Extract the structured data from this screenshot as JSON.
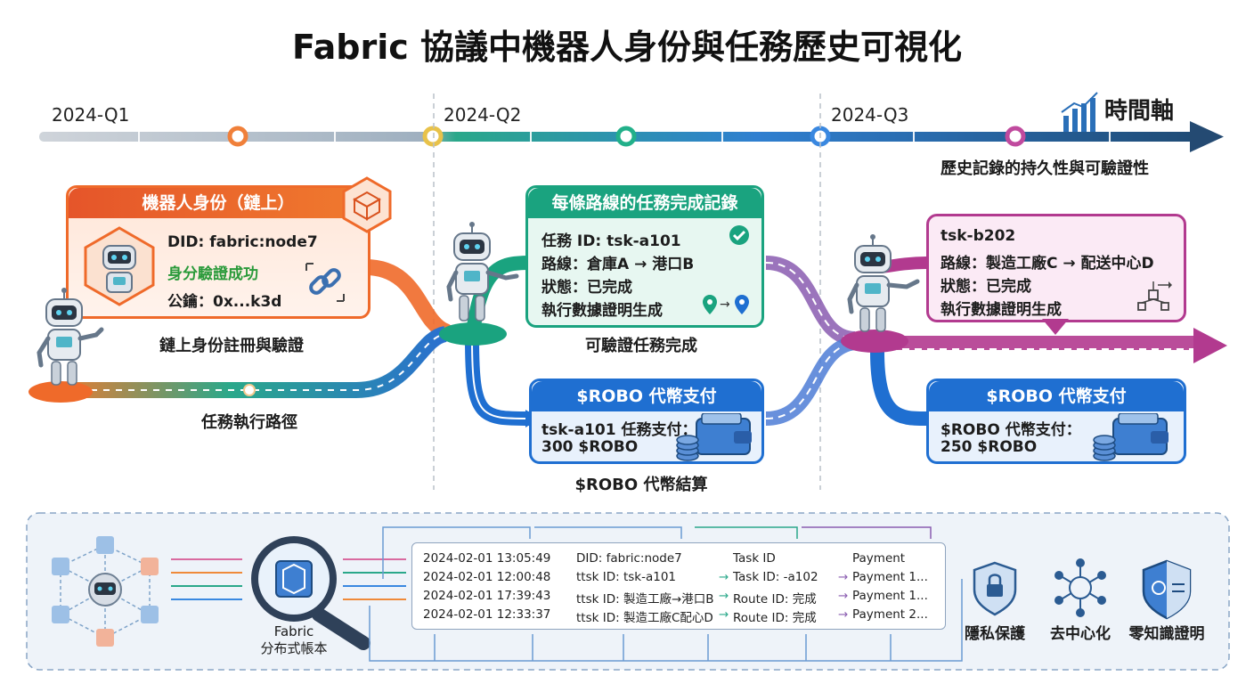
{
  "title": "Fabric 協議中機器人身份與任務歷史可視化",
  "timeline": {
    "q1": "2024-Q1",
    "q2": "2024-Q2",
    "q3": "2024-Q3",
    "axis_label": "時間軸",
    "subtitle": "歷史記錄的持久性與可驗證性"
  },
  "identity_card": {
    "header": "機器人身份（鏈上）",
    "did": "DID: fabric:node7",
    "verified": "身分驗證成功",
    "pubkey": "公鑰：0x...k3d",
    "caption": "鏈上身份註冊與驗證"
  },
  "path_caption": "任務執行路徑",
  "task_card_a": {
    "header": "每條路線的任務完成記錄",
    "task_id": "任務 ID: tsk-a101",
    "route": "路線：倉庫A → 港口B",
    "status": "狀態：已完成",
    "proof": "執行數據證明生成",
    "caption": "可驗證任務完成"
  },
  "payment_card_a": {
    "header": "$ROBO 代幣支付",
    "line1": "tsk-a101 任務支付：",
    "line2": "300 $ROBO",
    "caption": "$ROBO 代幣結算"
  },
  "task_card_b": {
    "task_id": "tsk-b202",
    "route": "路線：製造工廠C → 配送中心D",
    "status": "狀態：已完成",
    "proof": "執行數據證明生成"
  },
  "payment_card_b": {
    "header": "$ROBO 代幣支付",
    "line1": "$ROBO 代幣支付：",
    "line2": "250 $ROBO"
  },
  "ledger": {
    "label_1": "Fabric",
    "label_2": "分布式帳本",
    "headers": {
      "task": "Task ID",
      "payment": "Payment"
    },
    "rows": [
      {
        "time": "2024-02-01 13:05:49",
        "id": "DID:  fabric:node7",
        "task": "",
        "payment": ""
      },
      {
        "time": "2024-02-01 12:00:48",
        "id": "ttsk ID: tsk-a101",
        "task": "Task ID: -a102",
        "payment": "Payment 1..."
      },
      {
        "time": "2024-02-01 17:39:43",
        "id": "ttsk ID: 製造工廠→港口B",
        "task": "Route ID: 完成",
        "payment": "Payment 1..."
      },
      {
        "time": "2024-02-01 12:33:37",
        "id": "ttsk ID: 製造工廠C配心D",
        "task": "Route ID: 完成",
        "payment": "Payment 2..."
      }
    ]
  },
  "features": {
    "privacy": "隱私保護",
    "decentral": "去中心化",
    "zk": "零知識證明"
  },
  "colors": {
    "orange": "#ef6a2a",
    "teal": "#1aa37f",
    "blue": "#1f6fd1",
    "purple": "#b23a8f",
    "navy": "#244a72"
  }
}
